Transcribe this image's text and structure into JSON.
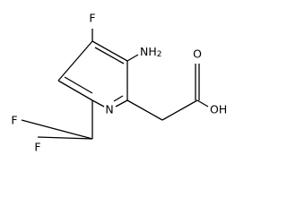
{
  "structure": {
    "atom_labels": {
      "fluoro_ring": "F",
      "amino": "NH",
      "amino_subscript": "2",
      "ring_nitrogen": "N",
      "difluoro_f_left": "F",
      "difluoro_f_bottom": "F",
      "carbonyl_oxygen": "O",
      "hydroxyl": "OH"
    }
  }
}
